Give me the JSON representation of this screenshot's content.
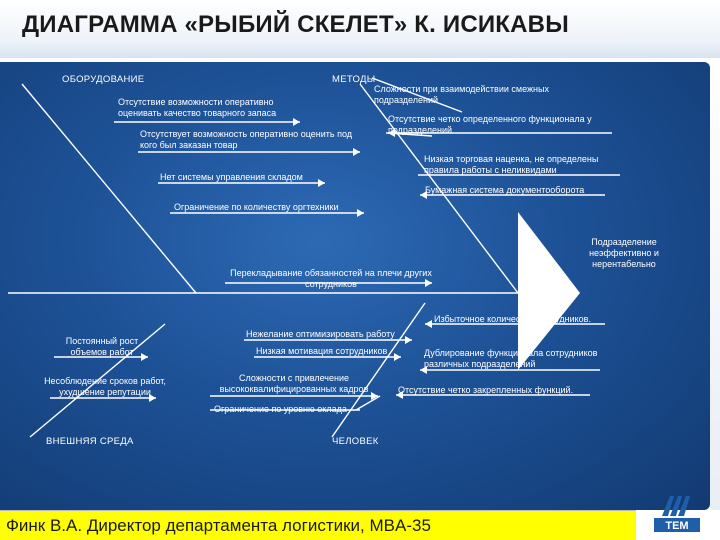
{
  "title": "ДИАГРАММА «РЫБИЙ СКЕЛЕТ» К. ИСИКАВЫ",
  "categories": {
    "equipment": "ОБОРУДОВАНИЕ",
    "methods": "МЕТОДЫ",
    "environment": "ВНЕШНЯЯ СРЕДА",
    "people": "ЧЕЛОВЕК"
  },
  "effect": "Подразделение неэффективно и нерентабельно",
  "causes": {
    "eq1": "Отсутствие возможности оперативно оценивать качество товарного запаса",
    "eq2": "Отсутствует возможность оперативно оценить под кого был заказан товар",
    "eq3": "Нет системы управления складом",
    "eq4": "Ограничение по количеству оргтехники",
    "m1": "Сложности при взаимодействии смежных подразделений",
    "m2": "Отсутствие четко определенного функционала у подразделений",
    "m3": "Низкая торговая наценка, не определены правила работы с неликвидами",
    "m4": "Бумажная система документооборота",
    "spine": "Перекладывание обязанностей на плечи других сотрудников",
    "h1": "Избыточное количество сотрудников.",
    "h2": "Нежелание оптимизировать работу",
    "h3": "Низкая мотивация сотрудников",
    "h4": "Сложности с привлечение высококвалифицированных кадров",
    "h5": "Ограничение по уровню оклада",
    "h6": "Дублирование функционала сотрудников различных подразделений",
    "h7": "Отсутствие четко закрепленных функций.",
    "env1": "Постоянный рост объемов работ",
    "env2": "Несоблюдение сроков работ, ухудшение репутации"
  },
  "footer": "Финк В.А. Директор департамента логистики, MBA-35",
  "logo": {
    "icon": "tem-logo-icon",
    "text": "ТЕМ"
  },
  "colors": {
    "panel": "#1d5196",
    "footer_bg": "#ffff00",
    "lines": "#ffffff",
    "logo": "#1f5ea8"
  }
}
